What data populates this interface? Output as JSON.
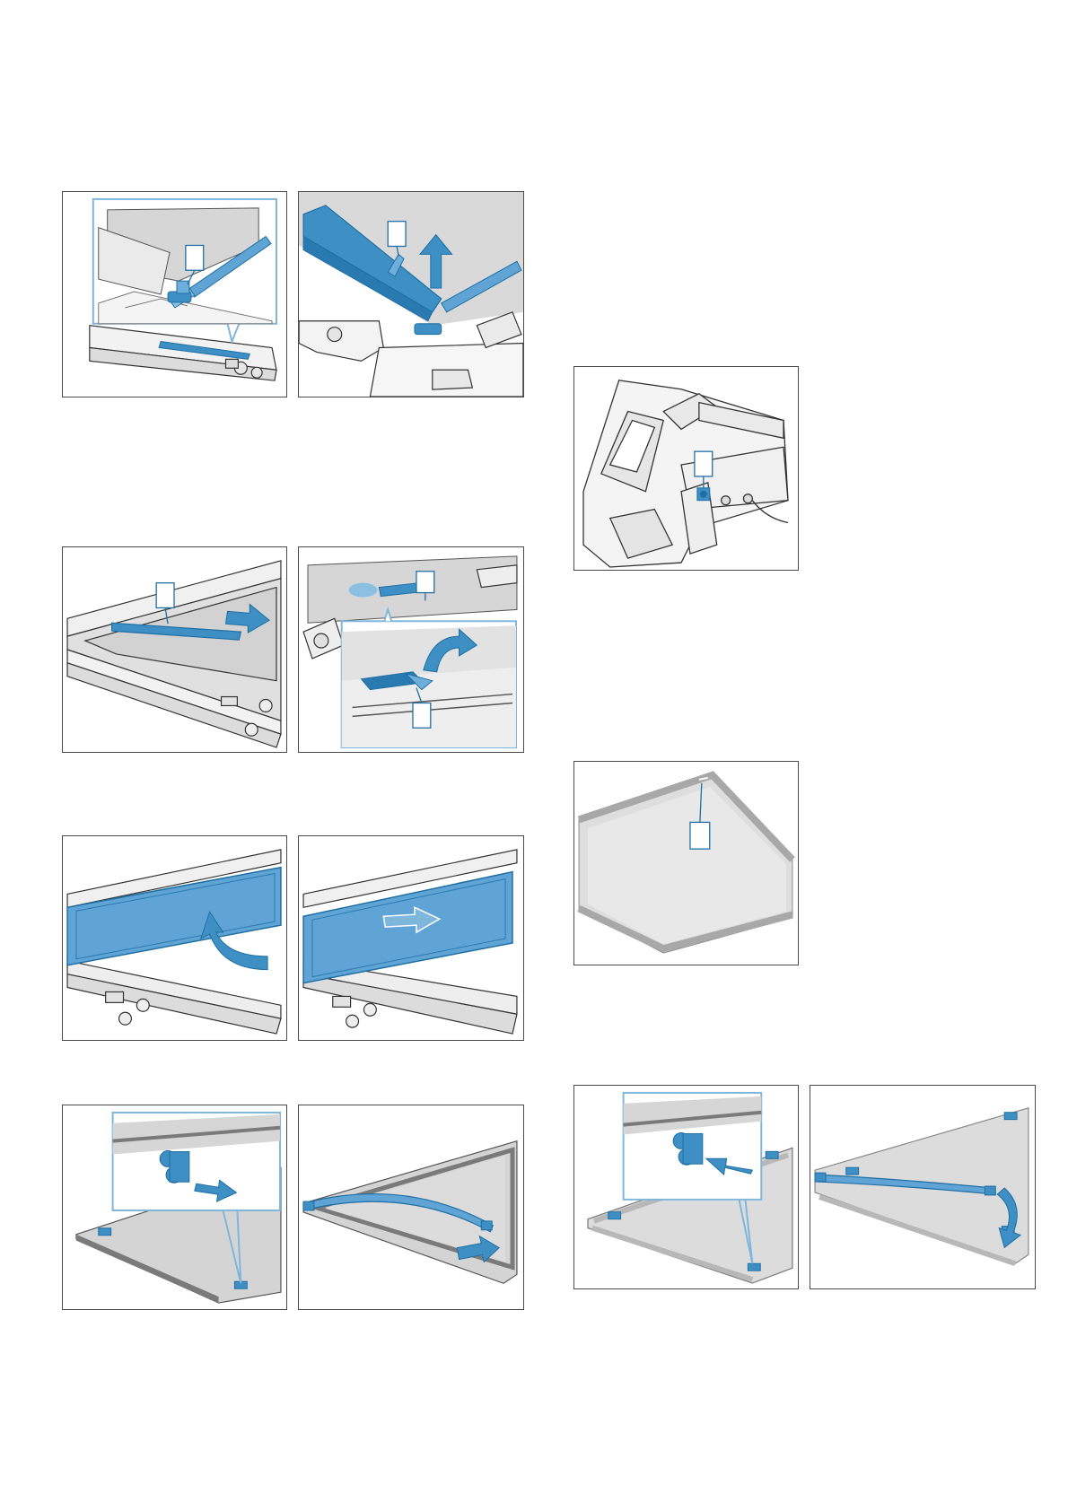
{
  "page": {
    "background": "#ffffff",
    "colors": {
      "accent_blue": "#3d8fc4",
      "accent_blue_dark": "#1f6fa3",
      "accent_blue_light": "#7fb6dc",
      "steel_gray": "#c9c9c9",
      "frame_border": "#4a4a4a"
    }
  },
  "figures": [
    {
      "id": "fig-1",
      "icons": [
        "hinge-clip-icon",
        "screwdriver-icon",
        "callout-label-icon",
        "zoom-inset-icon"
      ]
    },
    {
      "id": "fig-2",
      "icons": [
        "cover-strip-icon",
        "screwdriver-icon",
        "lift-up-arrow-icon",
        "callout-label-icon"
      ]
    },
    {
      "id": "fig-3",
      "icons": [
        "blue-rail-icon",
        "slide-right-arrow-icon",
        "callout-label-icon"
      ]
    },
    {
      "id": "fig-4",
      "icons": [
        "latch-icon",
        "curved-arrow-icon",
        "callout-label-icon",
        "zoom-inset-icon"
      ]
    },
    {
      "id": "fig-5",
      "icons": [
        "glass-pane-icon",
        "lift-curved-arrow-icon"
      ]
    },
    {
      "id": "fig-6",
      "icons": [
        "glass-pane-icon",
        "pull-out-arrow-icon"
      ]
    },
    {
      "id": "fig-7",
      "icons": [
        "glass-pane-icon",
        "clip-icon",
        "pull-off-arrow-icon",
        "zoom-inset-icon"
      ]
    },
    {
      "id": "fig-8",
      "icons": [
        "glass-pane-icon",
        "seal-strip-icon",
        "pull-off-arrow-icon"
      ]
    },
    {
      "id": "fig-9",
      "icons": [
        "hinge-mechanism-icon",
        "screw-icon",
        "callout-label-icon"
      ]
    },
    {
      "id": "fig-10",
      "icons": [
        "glass-pane-icon",
        "marking-icon",
        "callout-label-icon"
      ]
    },
    {
      "id": "fig-11",
      "icons": [
        "glass-pane-icon",
        "clip-icon",
        "push-on-arrow-icon",
        "zoom-inset-icon"
      ]
    },
    {
      "id": "fig-12",
      "icons": [
        "glass-pane-icon",
        "seal-strip-icon",
        "rotate-arrow-icon"
      ]
    }
  ]
}
